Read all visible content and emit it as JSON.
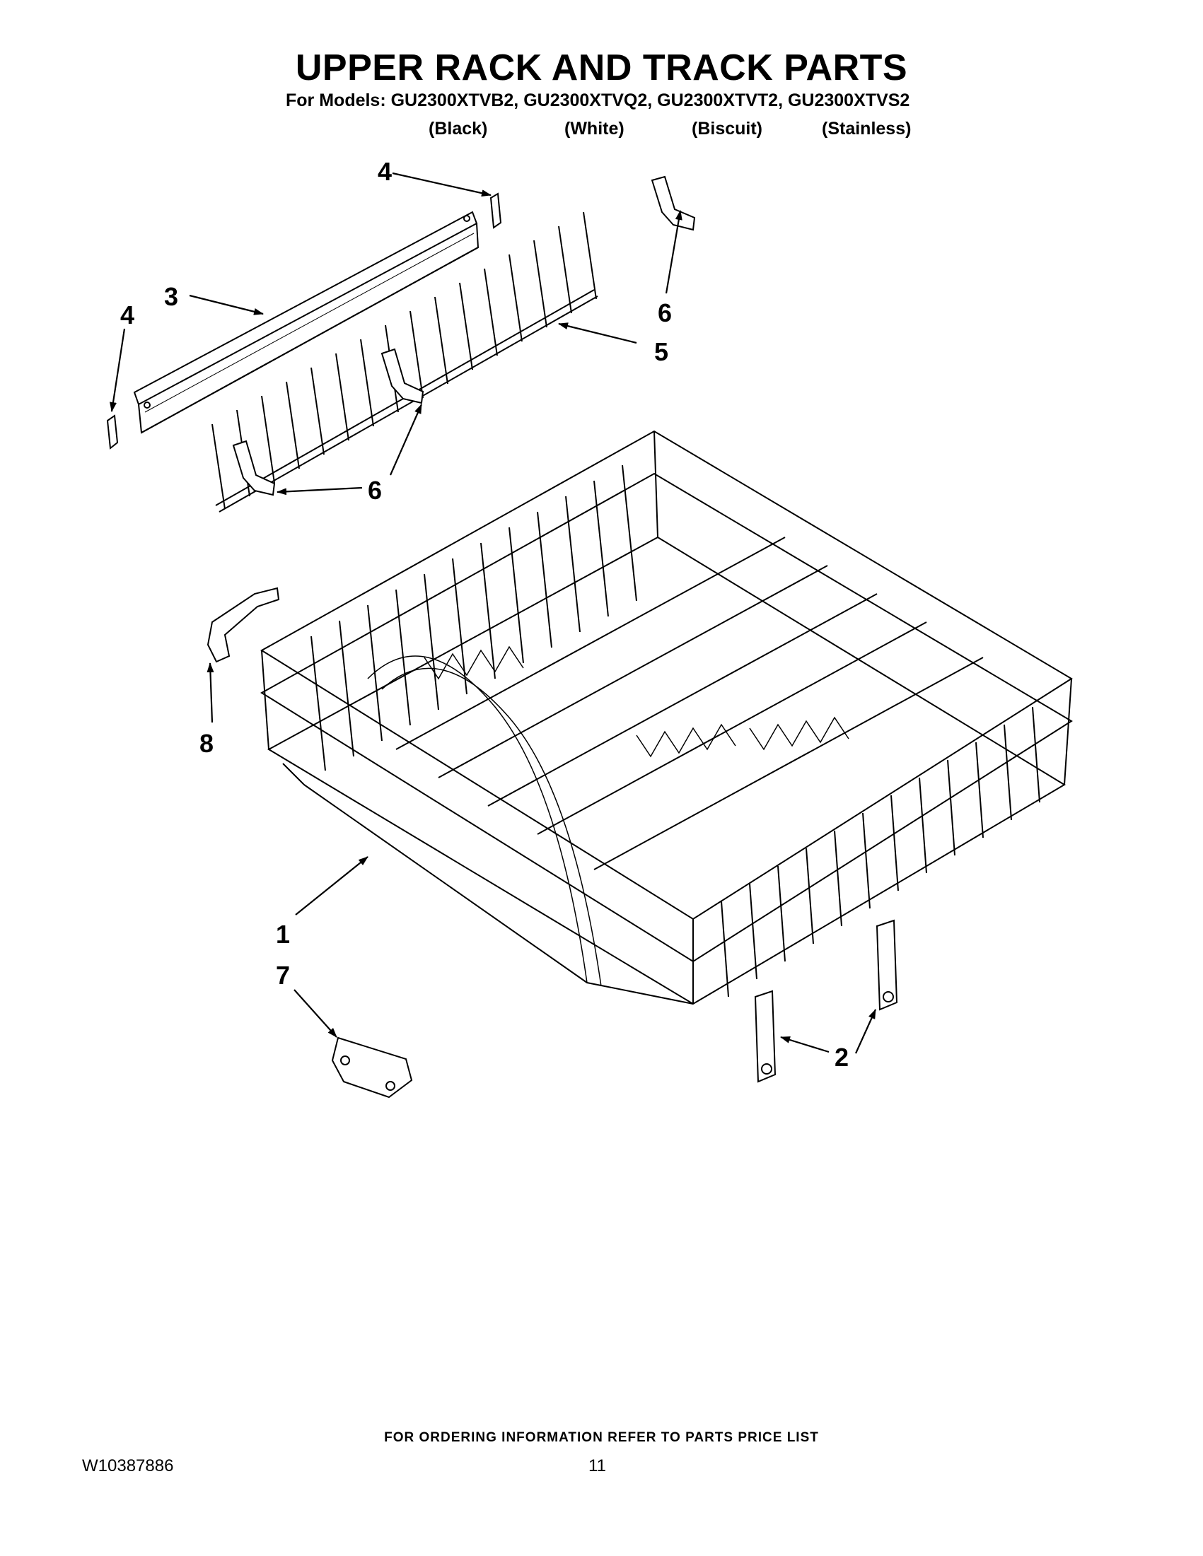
{
  "header": {
    "title": "UPPER RACK AND TRACK PARTS",
    "models": "For Models: GU2300XTVB2, GU2300XTVQ2, GU2300XTVT2, GU2300XTVS2",
    "variants": [
      "(Black)",
      "(White)",
      "(Biscuit)",
      "(Stainless)"
    ]
  },
  "callouts": {
    "c1": "1",
    "c2": "2",
    "c3": "3",
    "c4a": "4",
    "c4b": "4",
    "c5": "5",
    "c6a": "6",
    "c6b": "6",
    "c7": "7",
    "c8": "8"
  },
  "footer": {
    "note": "FOR ORDERING INFORMATION REFER TO PARTS PRICE LIST",
    "doc_number": "W10387886",
    "page_number": "11"
  }
}
